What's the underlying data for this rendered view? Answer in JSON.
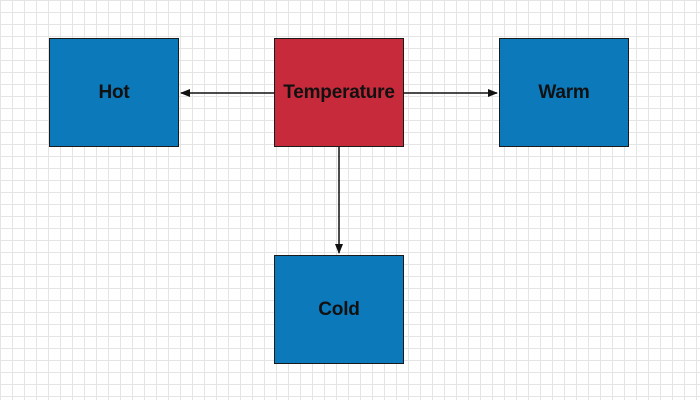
{
  "diagram": {
    "nodes": {
      "center": {
        "label": "Temperature",
        "color": "#c72b3b"
      },
      "left": {
        "label": "Hot",
        "color": "#0c79bb"
      },
      "right": {
        "label": "Warm",
        "color": "#0c79bb"
      },
      "bottom": {
        "label": "Cold",
        "color": "#0c79bb"
      }
    },
    "edges": [
      {
        "from": "Temperature",
        "to": "Hot"
      },
      {
        "from": "Temperature",
        "to": "Warm"
      },
      {
        "from": "Temperature",
        "to": "Cold"
      }
    ],
    "line_color": "#111111"
  }
}
